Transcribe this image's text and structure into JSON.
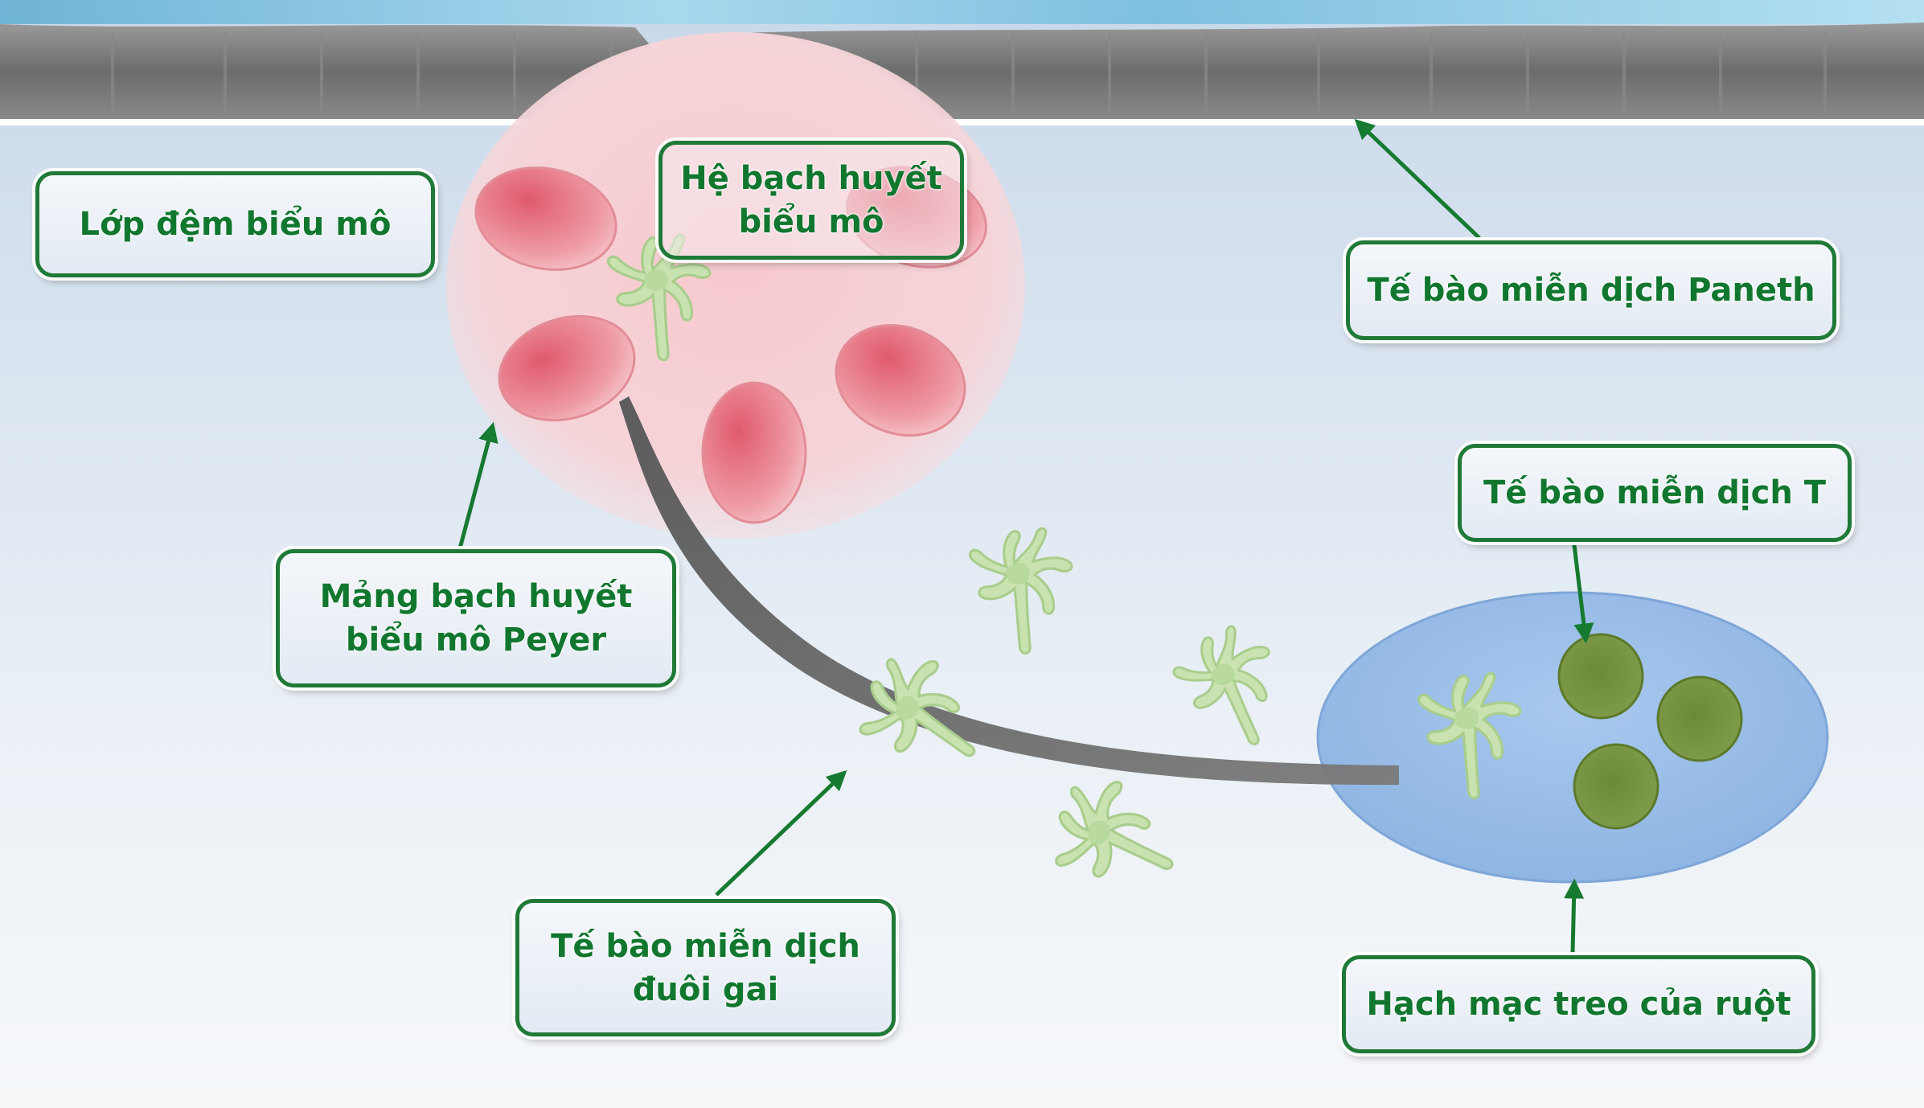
{
  "labels": {
    "lamina_propria": "Lớp đệm biểu mô",
    "epithelial_lymphatic": [
      "Hệ bạch huyết",
      "biểu mô"
    ],
    "paneth_cell": "Tế bào miễn dịch Paneth",
    "t_cell": "Tế bào miễn dịch T",
    "peyers_patch": [
      "Mảng bạch huyết",
      "biểu mô Peyer"
    ],
    "dendritic_cell": [
      "Tế bào miễn dịch",
      "đuôi gai"
    ],
    "mesenteric_lymph_node": "Hạch mạc treo của ruột"
  },
  "colors": {
    "label_border": "#1f7a37",
    "label_text": "#11772f",
    "arrow": "#167a30",
    "epithelium": "#6e6e6e",
    "water_top": "#8fc7e2",
    "peyer_patch_fill": "#f6cfd3",
    "lymphocyte_oval": "#e57d8a",
    "dendritic_cell": "#c9e3b0",
    "lymph_node_fill": "#9cc0e8",
    "t_cell_fill": "#6f8f3c",
    "migration_path": "#6d6d6d"
  },
  "icons": {
    "dendritic_cell": "dendritic-cell-shape",
    "lymphocyte": "oval-lymphocyte-shape",
    "t_cell": "circle-t-cell-shape"
  }
}
